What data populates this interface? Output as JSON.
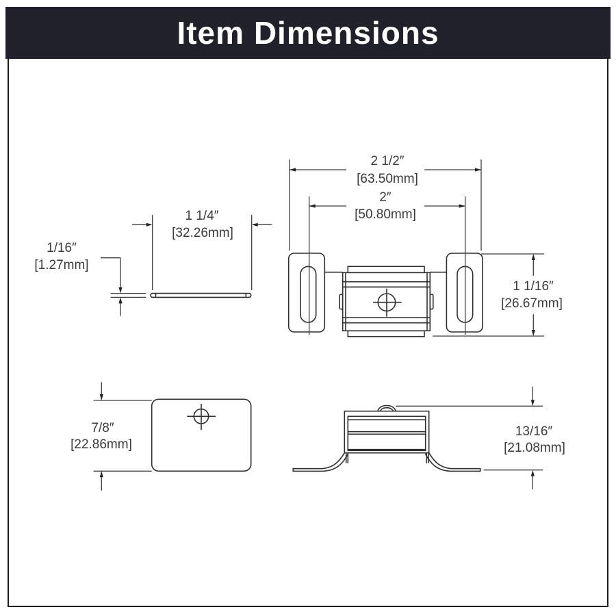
{
  "header": {
    "title": "Item Dimensions"
  },
  "colors": {
    "header_bg": "#20212b",
    "header_text": "#ffffff",
    "line": "#2f2f2f",
    "dim_text": "#3b3b3b"
  },
  "drawing": {
    "top_view": {
      "overall_width": {
        "inches": "2 1/2″",
        "mm": "[63.50mm]"
      },
      "slot_spacing": {
        "inches": "2″",
        "mm": "[50.80mm]"
      },
      "overall_depth": {
        "inches": "1 1/16″",
        "mm": "[26.67mm]"
      }
    },
    "plate_side_view": {
      "plate_width": {
        "inches": "1 1/4″",
        "mm": "[32.26mm]"
      },
      "plate_thickness": {
        "inches": "1/16″",
        "mm": "[1.27mm]"
      }
    },
    "plate_top_view": {
      "plate_depth": {
        "inches": "7/8″",
        "mm": "[22.86mm]"
      }
    },
    "front_view": {
      "height": {
        "inches": "13/16″",
        "mm": "[21.08mm]"
      }
    }
  }
}
